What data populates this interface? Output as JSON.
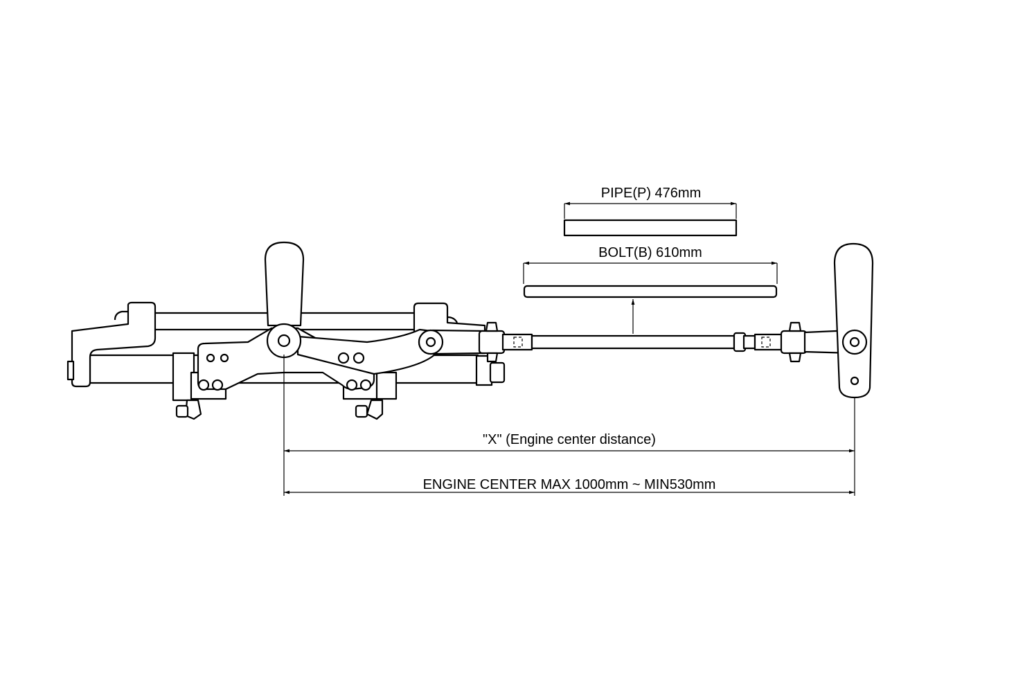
{
  "labels": {
    "pipe": "PIPE(P) 476mm",
    "bolt": "BOLT(B) 610mm",
    "x_distance": "\"X\" (Engine center distance)",
    "engine_center": "ENGINE CENTER MAX 1000mm ~ MIN530mm"
  }
}
